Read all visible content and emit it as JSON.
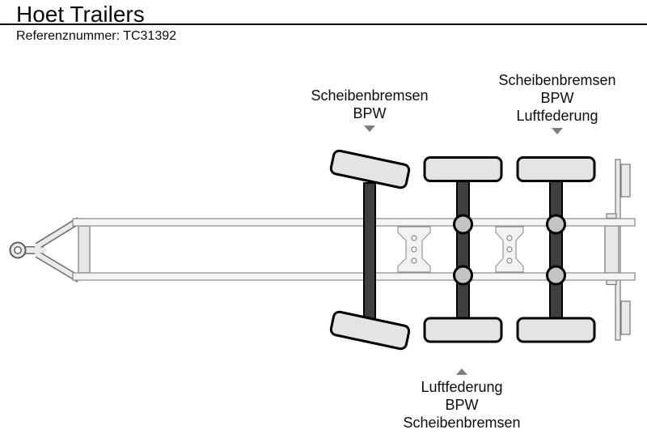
{
  "header": {
    "title": "Hoet Trailers",
    "reference": "Referenznummer: TC31392"
  },
  "diagram": {
    "type": "trailer-chassis-top-view",
    "annotations": {
      "axle1": {
        "lines": [
          "Scheibenbremsen",
          "BPW"
        ],
        "arrow": "down"
      },
      "axle3": {
        "lines": [
          "Scheibenbremsen",
          "BPW",
          "Luftfederung"
        ],
        "arrow": "down"
      },
      "axle2": {
        "lines": [
          "Luftfederung",
          "BPW",
          "Scheibenbremsen"
        ],
        "arrow": "up"
      }
    },
    "colors": {
      "background": "#ffffff",
      "text": "#000000",
      "outline_gray": "#777777",
      "frame_fill": "#f3f3f3",
      "drawbar_fill": "#e9e9e9",
      "axle_dark": "#3f3f3f",
      "wheel_fill": "#e4e4e4",
      "bellows_fill": "#c4c4c4",
      "arrow_gray": "#7d7d7d"
    }
  }
}
